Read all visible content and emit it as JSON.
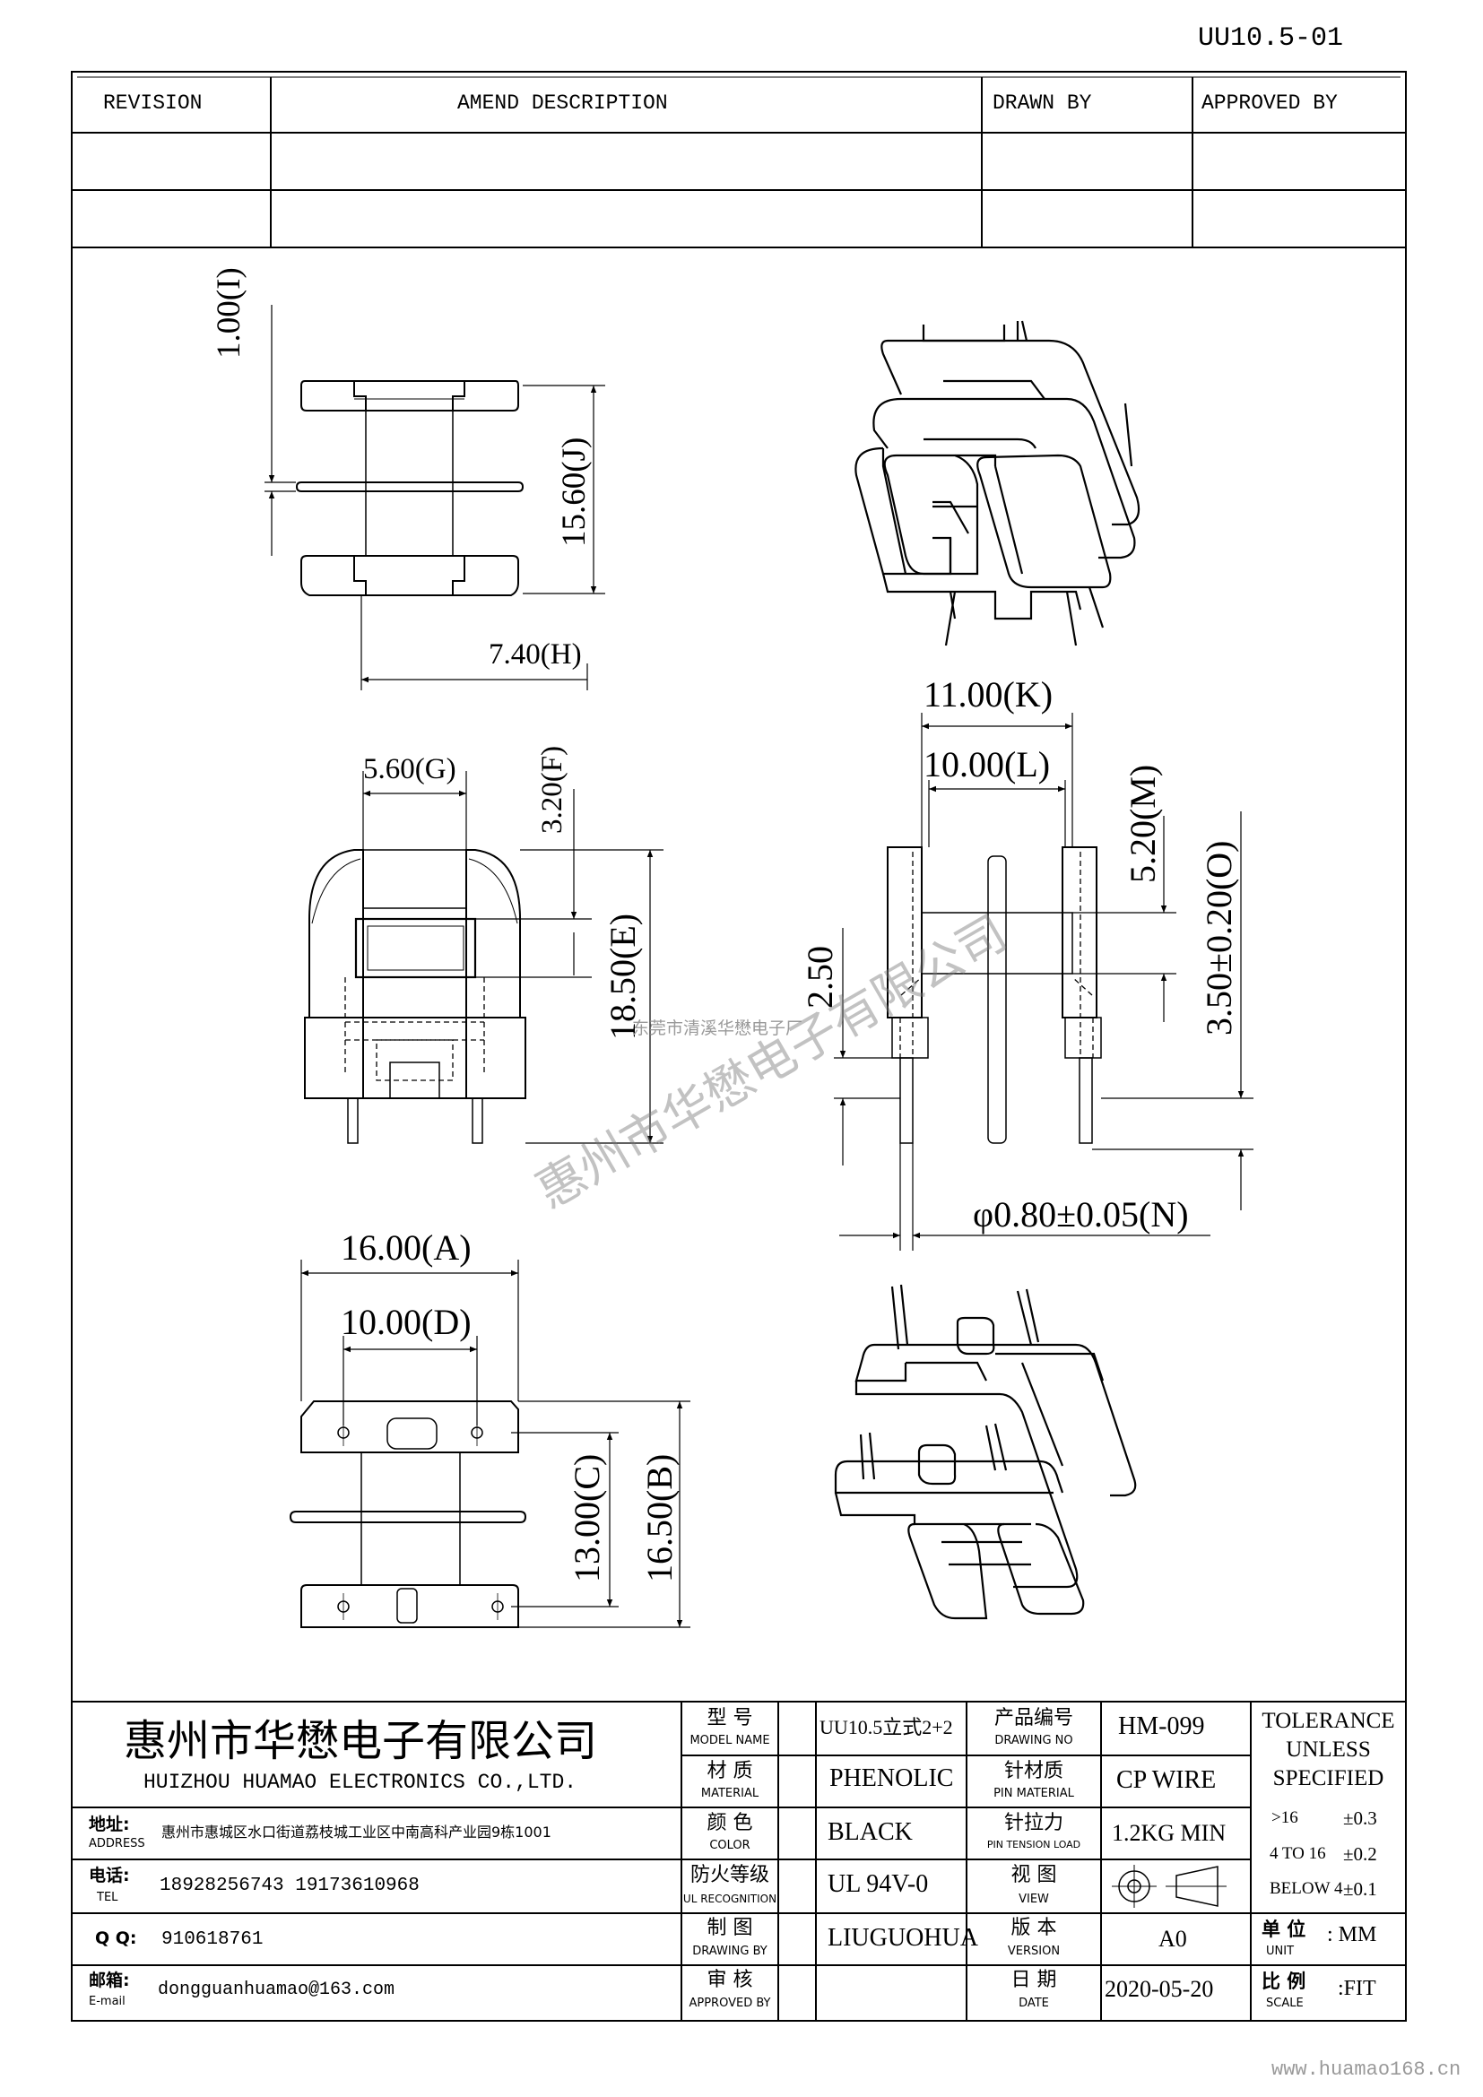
{
  "doc_number": "UU10.5-01",
  "revision_table": {
    "headers": [
      "REVISION",
      "AMEND DESCRIPTION",
      "DRAWN BY",
      "APPROVED BY"
    ]
  },
  "dimensions": {
    "I": "1.00(I)",
    "J": "15.60(J)",
    "H": "7.40(H)",
    "G": "5.60(G)",
    "F": "3.20(F)",
    "E": "18.50(E)",
    "K": "11.00(K)",
    "L": "10.00(L)",
    "M": "5.20(M)",
    "O": "3.50±0.20(O)",
    "pin_len": "2.50",
    "N": "φ0.80±0.05(N)",
    "A": "16.00(A)",
    "D": "10.00(D)",
    "C": "13.00(C)",
    "B": "16.50(B)"
  },
  "watermark": {
    "small": "东莞市清溪华懋电子厂",
    "large": "惠州市华懋电子有限公司"
  },
  "company": {
    "name_cn": "惠州市华懋电子有限公司",
    "name_en": "HUIZHOU HUAMAO ELECTRONICS CO.,LTD.",
    "address_label": "地址:",
    "address_label_en": "ADDRESS",
    "address": "惠州市惠城区水口街道荔枝城工业区中南高科产业园9栋1001",
    "tel_label": "电话:",
    "tel_label_en": "TEL",
    "tel": "18928256743  19173610968",
    "qq_label": "Q Q:",
    "qq": "910618761",
    "email_label": "邮箱:",
    "email_label_en": "E-mail",
    "email": "dongguanhuamao@163.com"
  },
  "specs": {
    "model_name_label": "型 号",
    "model_name_label_en": "MODEL NAME",
    "model_name": "UU10.5立式2+2",
    "drawing_no_label": "产品编号",
    "drawing_no_label_en": "DRAWING NO",
    "drawing_no": "HM-099",
    "material_label": "材 质",
    "material_label_en": "MATERIAL",
    "material": "PHENOLIC",
    "pin_material_label": "针材质",
    "pin_material_label_en": "PIN MATERIAL",
    "pin_material": "CP WIRE",
    "color_label": "颜 色",
    "color_label_en": "COLOR",
    "color": "BLACK",
    "pin_tension_label": "针拉力",
    "pin_tension_label_en": "PIN TENSION LOAD",
    "pin_tension": "1.2KG MIN",
    "ul_label": "防火等级",
    "ul_label_en": "UL RECOGNITION",
    "ul": "UL 94V-0",
    "view_label": "视 图",
    "view_label_en": "VIEW",
    "drawing_by_label": "制 图",
    "drawing_by_label_en": "DRAWING BY",
    "drawing_by": "LIUGUOHUA",
    "version_label": "版 本",
    "version_label_en": "VERSION",
    "version": "A0",
    "approved_label": "审 核",
    "approved_label_en": "APPROVED BY",
    "approved": "",
    "date_label": "日 期",
    "date_label_en": "DATE",
    "date": "2020-05-20"
  },
  "tolerance": {
    "title_1": "TOLERANCE",
    "title_2": "UNLESS",
    "title_3": "SPECIFIED",
    "rows": [
      {
        "range": ">16",
        "value": "±0.3"
      },
      {
        "range": "4 TO 16",
        "value": "±0.2"
      },
      {
        "range": "BELOW 4",
        "value": "±0.1"
      }
    ],
    "unit_label": "单 位",
    "unit_label_en": "UNIT",
    "unit": ": MM",
    "scale_label": "比 例",
    "scale_label_en": "SCALE",
    "scale": ":FIT"
  },
  "website": "www.huamao168.cn"
}
